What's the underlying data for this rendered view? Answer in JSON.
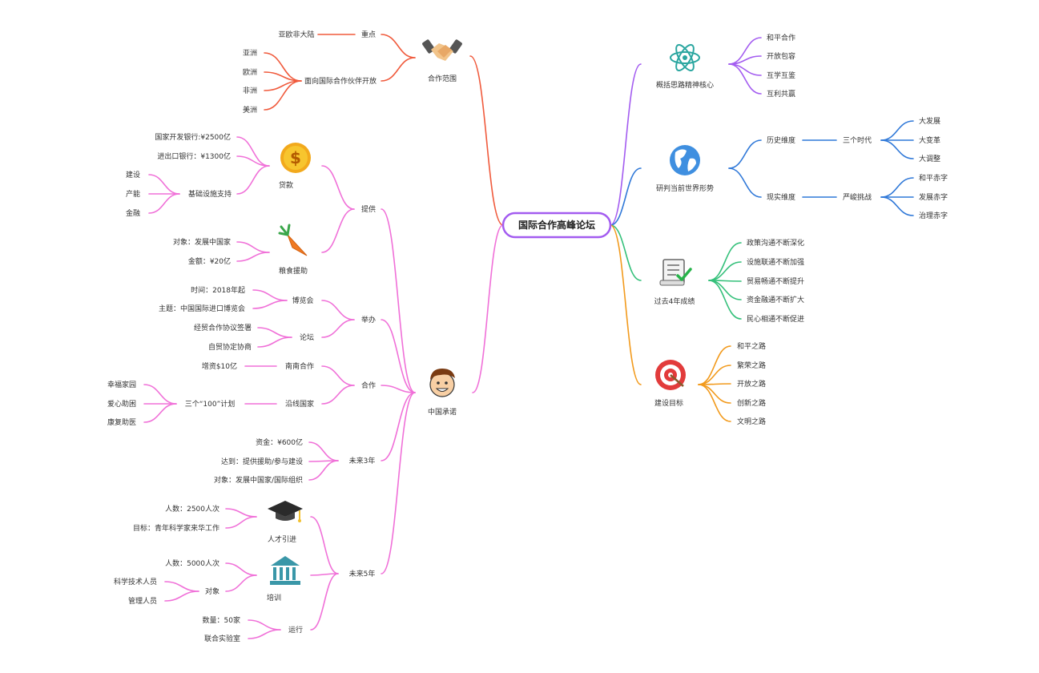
{
  "root": "国际合作高峰论坛",
  "colors": {
    "scope": "#f05a3c",
    "spirit": "#a35cf0",
    "world": "#2f78d8",
    "achievement": "#34c07a",
    "goal": "#f29a1c",
    "promise": "#f070d8",
    "root_border": "#a35cf0"
  },
  "scope": {
    "label": "合作范围",
    "icon": "handshake-icon",
    "focus": {
      "label": "重点",
      "leaf": "亚欧非大陆"
    },
    "open": {
      "label": "面向国际合作伙伴开放",
      "leaves": [
        "亚洲",
        "欧洲",
        "非洲",
        "美洲"
      ]
    }
  },
  "spirit": {
    "label": "概括思路精神核心",
    "icon": "atom-icon",
    "leaves": [
      "和平合作",
      "开放包容",
      "互学互鉴",
      "互利共赢"
    ]
  },
  "world": {
    "label": "研判当前世界形势",
    "icon": "globe-icon",
    "history": {
      "label": "历史维度",
      "sub": "三个时代",
      "leaves": [
        "大发展",
        "大变革",
        "大调整"
      ]
    },
    "reality": {
      "label": "现实维度",
      "sub": "严峻挑战",
      "leaves": [
        "和平赤字",
        "发展赤字",
        "治理赤字"
      ]
    }
  },
  "achievement": {
    "label": "过去4年成绩",
    "icon": "checklist-icon",
    "leaves": [
      "政策沟通不断深化",
      "设施联通不断加强",
      "贸易畅通不断提升",
      "资金融通不断扩大",
      "民心相通不断促进"
    ]
  },
  "goal": {
    "label": "建设目标",
    "icon": "target-icon",
    "leaves": [
      "和平之路",
      "繁荣之路",
      "开放之路",
      "创新之路",
      "文明之路"
    ]
  },
  "promise": {
    "label": "中国承诺",
    "icon": "smiling-face-icon",
    "provide": {
      "label": "提供",
      "loan": {
        "label": "贷款",
        "icon": "coin-icon",
        "items": [
          "国家开发银行:¥2500亿",
          "进出口银行：¥1300亿"
        ],
        "infra": {
          "label": "基础设施支持",
          "leaves": [
            "建设",
            "产能",
            "金融"
          ]
        }
      },
      "food": {
        "label": "粮食援助",
        "icon": "carrot-icon",
        "items": [
          "对象：发展中国家",
          "金额：¥20亿"
        ]
      }
    },
    "host": {
      "label": "举办",
      "expo": {
        "label": "博览会",
        "items": [
          "时间：2018年起",
          "主题：中国国际进口博览会"
        ]
      },
      "forum": {
        "label": "论坛",
        "items": [
          "经贸合作协议签署",
          "自贸协定协商"
        ]
      }
    },
    "coop": {
      "label": "合作",
      "south": {
        "label": "南南合作",
        "item": "增资$10亿"
      },
      "along": {
        "label": "沿线国家",
        "sub": "三个“100”计划",
        "leaves": [
          "幸福家园",
          "爱心助困",
          "康复助医"
        ]
      }
    },
    "three_years": {
      "label": "未来3年",
      "items": [
        "资金：¥600亿",
        "达到：提供援助/参与建设",
        "对象：发展中国家/国际组织"
      ]
    },
    "five_years": {
      "label": "未来5年",
      "talent": {
        "label": "人才引进",
        "icon": "graduation-cap-icon",
        "items": [
          "人数：2500人次",
          "目标：青年科学家来华工作"
        ]
      },
      "training": {
        "label": "培训",
        "icon": "institution-icon",
        "count": "人数：5000人次",
        "target": {
          "label": "对象",
          "leaves": [
            "科学技术人员",
            "管理人员"
          ]
        }
      },
      "operation": {
        "label": "运行",
        "items": [
          "数量：50家",
          "联合实验室"
        ]
      }
    }
  }
}
